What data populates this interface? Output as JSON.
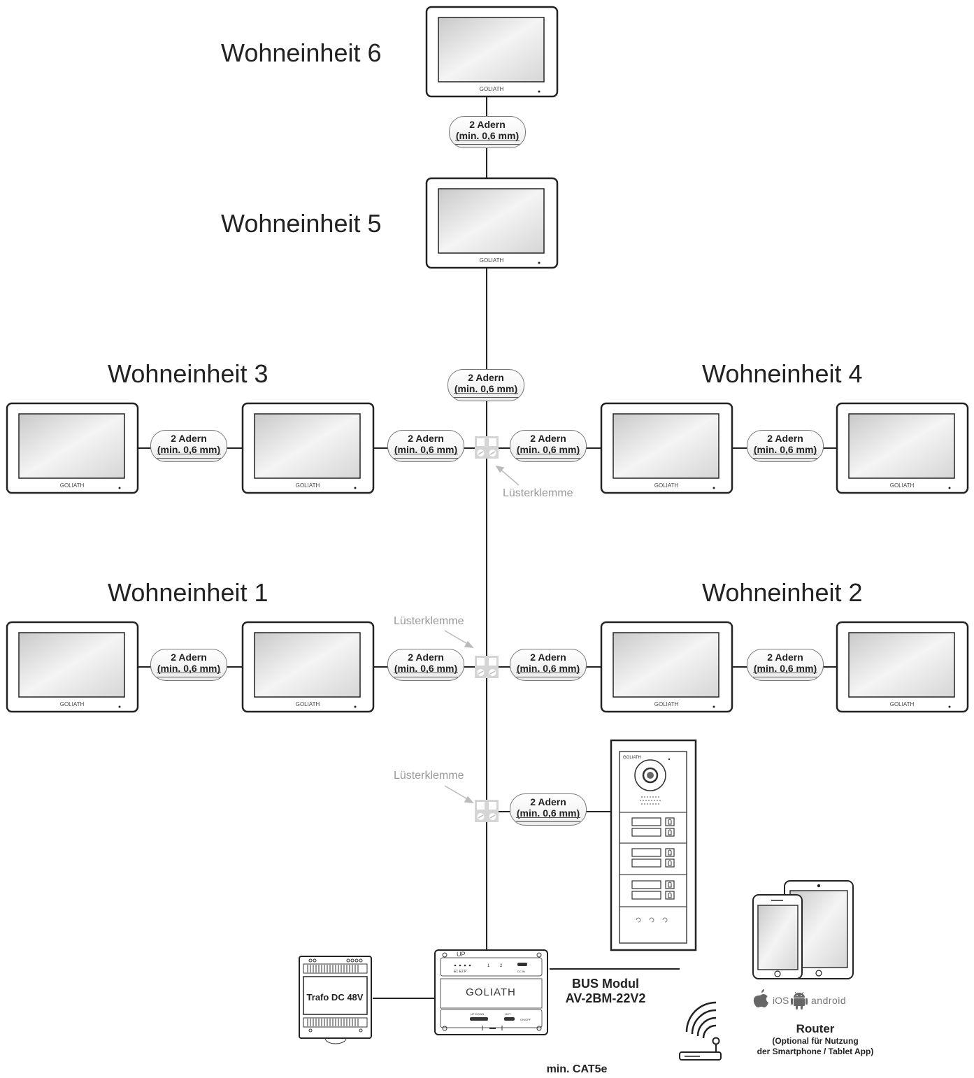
{
  "units": {
    "u6": "Wohneinheit 6",
    "u5": "Wohneinheit 5",
    "u3": "Wohneinheit 3",
    "u4": "Wohneinheit 4",
    "u1": "Wohneinheit 1",
    "u2": "Wohneinheit 2"
  },
  "wire": {
    "line1": "2 Adern",
    "line2": "(min. 0,6 mm)"
  },
  "clamp_label": "Lüsterklemme",
  "monitor_brand": "GOLIATH",
  "bus_module": {
    "name": "BUS Modul",
    "model": "AV-2BM-22V2",
    "brand": "GOLIATH",
    "top_label": "UP",
    "ch1": "1",
    "ch2": "2",
    "indicators": "E1 E2 P",
    "dc_in": "DC IN",
    "up_down": "UP DOWN",
    "out": "OUT",
    "onoff": "ON/OFF"
  },
  "transformer": "Trafo DC 48V",
  "cable": "min. CAT5e",
  "router": {
    "title": "Router",
    "note1": "(Optional für Nutzung",
    "note2": "der Smartphone / Tablet App)"
  },
  "os": {
    "ios": "iOS",
    "android": "android"
  }
}
